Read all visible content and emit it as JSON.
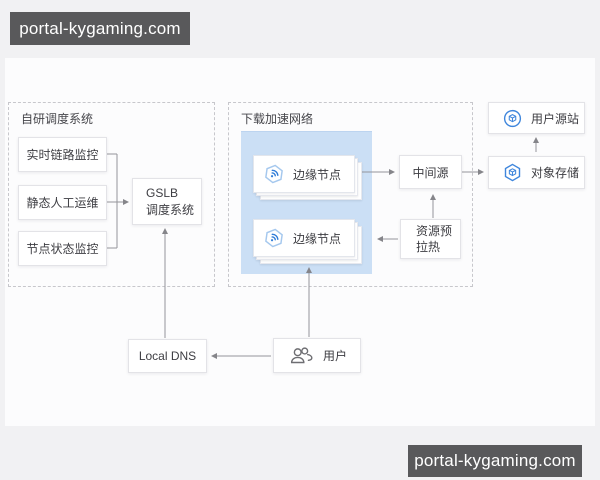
{
  "watermarks": {
    "top": "portal-kygaming.com",
    "bottom": "portal-kygaming.com"
  },
  "colors": {
    "banner_bg": "#59595b",
    "page_bg": "#f1f1f3",
    "panel_bg": "#fcfcfd",
    "edge_zone_blue": "#cbdff5",
    "accent_blue": "#3f86dc",
    "hexagon_light_blue": "#a5c8ee",
    "line_gray": "#95959a"
  },
  "groups": {
    "scheduling": {
      "title": "自研调度系统"
    },
    "download": {
      "title": "下载加速网络"
    }
  },
  "nodes": {
    "realtime_link": {
      "label": "实时链路监控"
    },
    "static_ops": {
      "label": "静态人工运维"
    },
    "node_status": {
      "label": "节点状态监控"
    },
    "gslb": {
      "line1": "GSLB",
      "line2": "调度系统"
    },
    "edge_node_top": {
      "label": "边缘节点"
    },
    "edge_node_bottom": {
      "label": "边缘节点"
    },
    "mid_source": {
      "label": "中间源"
    },
    "prewarm": {
      "line1": "资源预",
      "line2": "拉热"
    },
    "user_origin": {
      "label": "用户源站"
    },
    "object_storage": {
      "label": "对象存储"
    },
    "local_dns": {
      "label": "Local DNS"
    },
    "user": {
      "label": "用户"
    }
  },
  "icons": {
    "edge_node": "hexagon-signal-icon",
    "user_origin": "circle-cube-icon",
    "object_storage": "hexagon-cube-icon",
    "user": "two-users-icon"
  }
}
